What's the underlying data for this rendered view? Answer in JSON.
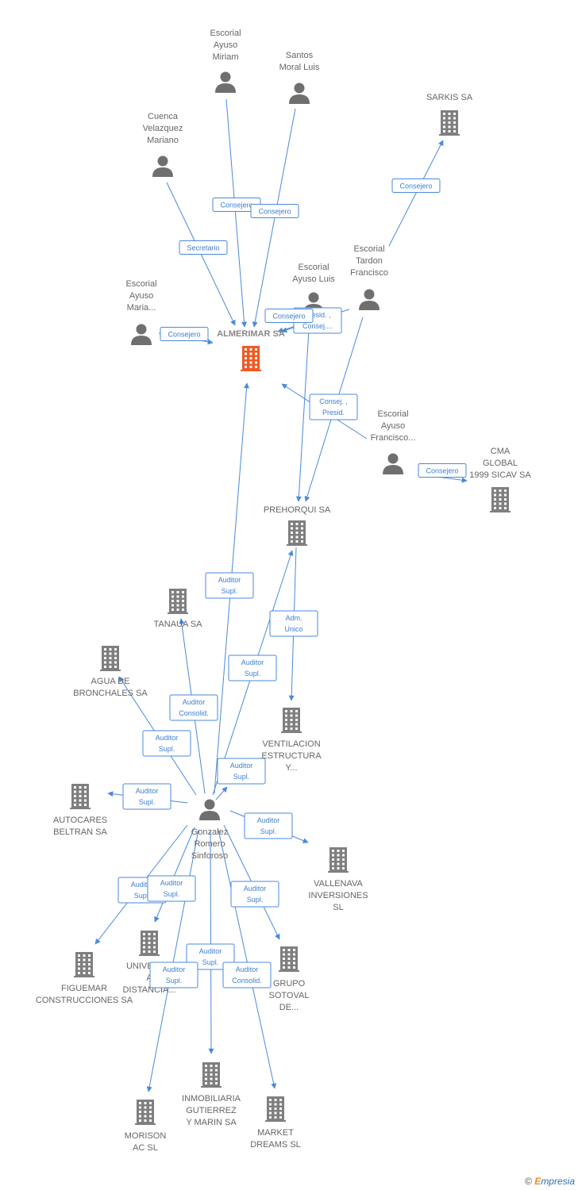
{
  "colors": {
    "company": "#7f7f7f",
    "company_main": "#ee5a24",
    "person": "#6f6f6f",
    "edge": "#4a89dc",
    "badge_text": "#3d7fd1"
  },
  "icons": {
    "company": "building-icon",
    "person": "person-icon"
  },
  "copyright": {
    "symbol": "©",
    "brand_first": "E",
    "brand_rest": "mpresia"
  },
  "nodes": [
    {
      "id": "almerimar",
      "type": "company",
      "main": true,
      "lines": [
        "ALMERIMAR SA"
      ]
    },
    {
      "id": "escorial_miriam",
      "type": "person",
      "lines": [
        "Escorial",
        "Ayuso",
        "Miriam"
      ]
    },
    {
      "id": "santos",
      "type": "person",
      "lines": [
        "Santos",
        "Moral Luis"
      ]
    },
    {
      "id": "cuenca",
      "type": "person",
      "lines": [
        "Cuenca",
        "Velazquez",
        "Mariano"
      ]
    },
    {
      "id": "sarkis",
      "type": "company",
      "lines": [
        "SARKIS SA"
      ]
    },
    {
      "id": "escorial_tardon",
      "type": "person",
      "lines": [
        "Escorial",
        "Tardon",
        "Francisco"
      ]
    },
    {
      "id": "escorial_luis",
      "type": "person",
      "lines": [
        "Escorial",
        "Ayuso Luis"
      ]
    },
    {
      "id": "escorial_maria",
      "type": "person",
      "lines": [
        "Escorial",
        "Ayuso",
        "Maria..."
      ]
    },
    {
      "id": "escorial_francisco",
      "type": "person",
      "lines": [
        "Escorial",
        "Ayuso",
        "Francisco..."
      ]
    },
    {
      "id": "cma",
      "type": "company",
      "lines": [
        "CMA",
        "GLOBAL",
        "1999 SICAV SA"
      ]
    },
    {
      "id": "prehorqui",
      "type": "company",
      "lines": [
        "PREHORQUI SA"
      ]
    },
    {
      "id": "tanaua",
      "type": "company",
      "lines": [
        "TANAUA SA"
      ]
    },
    {
      "id": "agua",
      "type": "company",
      "lines": [
        "AGUA DE",
        "BRONCHALES SA"
      ]
    },
    {
      "id": "ventilacion",
      "type": "company",
      "lines": [
        "VENTILACION",
        "ESTRUCTURA",
        "Y..."
      ]
    },
    {
      "id": "autocares",
      "type": "company",
      "lines": [
        "AUTOCARES",
        "BELTRAN SA"
      ]
    },
    {
      "id": "gonzalez",
      "type": "person",
      "lines": [
        "Gonzalez",
        "Romero",
        "Sinforoso"
      ]
    },
    {
      "id": "vallenava",
      "type": "company",
      "lines": [
        "VALLENAVA",
        "INVERSIONES",
        "SL"
      ]
    },
    {
      "id": "figuemar",
      "type": "company",
      "lines": [
        "FIGUEMAR",
        "CONSTRUCCIONES SA"
      ]
    },
    {
      "id": "universidad",
      "type": "company",
      "lines": [
        "UNIVERS...",
        "A",
        "DISTANCIA..."
      ]
    },
    {
      "id": "grupo",
      "type": "company",
      "lines": [
        "GRUPO",
        "SOTOVAL",
        "DE..."
      ]
    },
    {
      "id": "inmobiliaria",
      "type": "company",
      "lines": [
        "INMOBILIARIA",
        "GUTIERREZ",
        "Y MARIN SA"
      ]
    },
    {
      "id": "morison",
      "type": "company",
      "lines": [
        "MORISON",
        "AC SL"
      ]
    },
    {
      "id": "market",
      "type": "company",
      "lines": [
        "MARKET",
        "DREAMS SL"
      ]
    }
  ],
  "edges": [
    {
      "from": "escorial_miriam",
      "to": "almerimar",
      "label": [
        "Consejero"
      ]
    },
    {
      "from": "santos",
      "to": "almerimar",
      "label": [
        "Consejero"
      ]
    },
    {
      "from": "cuenca",
      "to": "almerimar",
      "label": [
        "Secretario"
      ]
    },
    {
      "from": "escorial_maria",
      "to": "almerimar",
      "label": [
        "Consejero"
      ]
    },
    {
      "from": "escorial_tardon",
      "to": "sarkis",
      "label": [
        "Consejero"
      ]
    },
    {
      "from": "escorial_luis",
      "to": "almerimar",
      "label": [
        "Presid. ,",
        "Consej...."
      ]
    },
    {
      "from": "escorial_tardon",
      "to": "almerimar",
      "label": [
        "Consejero"
      ]
    },
    {
      "from": "escorial_francisco",
      "to": "almerimar",
      "label": [
        "Consej. ,",
        "Presid."
      ]
    },
    {
      "from": "escorial_francisco",
      "to": "cma",
      "label": [
        "Consejero"
      ]
    },
    {
      "from": "escorial_luis",
      "to": "prehorqui",
      "label": []
    },
    {
      "from": "escorial_tardon",
      "to": "prehorqui",
      "label": []
    },
    {
      "from": "gonzalez",
      "to": "almerimar",
      "label": [
        "Auditor",
        "Supl."
      ]
    },
    {
      "from": "gonzalez",
      "to": "prehorqui",
      "label": [
        "Auditor",
        "Supl."
      ]
    },
    {
      "from": "prehorqui",
      "to": "ventilacion",
      "label": [
        "Adm.",
        "Unico"
      ]
    },
    {
      "from": "gonzalez",
      "to": "tanaua",
      "label": [
        "Auditor",
        "Consolid."
      ]
    },
    {
      "from": "gonzalez",
      "to": "agua",
      "label": [
        "Auditor",
        "Supl."
      ]
    },
    {
      "from": "gonzalez",
      "to": "ventilacion",
      "label": [
        "Auditor",
        "Supl."
      ]
    },
    {
      "from": "gonzalez",
      "to": "autocares",
      "label": [
        "Auditor",
        "Supl."
      ]
    },
    {
      "from": "gonzalez",
      "to": "vallenava",
      "label": [
        "Auditor",
        "Supl."
      ]
    },
    {
      "from": "gonzalez",
      "to": "figuemar",
      "label": [
        "Auditor",
        "Supl."
      ]
    },
    {
      "from": "gonzalez",
      "to": "universidad",
      "label": [
        "Auditor",
        "Supl."
      ]
    },
    {
      "from": "gonzalez",
      "to": "grupo",
      "label": [
        "Auditor",
        "Supl."
      ]
    },
    {
      "from": "gonzalez",
      "to": "inmobiliaria",
      "label": [
        "Auditor",
        "Supl."
      ]
    },
    {
      "from": "gonzalez",
      "to": "morison",
      "label": [
        "Auditor",
        "Supl."
      ]
    },
    {
      "from": "gonzalez",
      "to": "market",
      "label": [
        "Auditor",
        "Consolid."
      ]
    }
  ]
}
